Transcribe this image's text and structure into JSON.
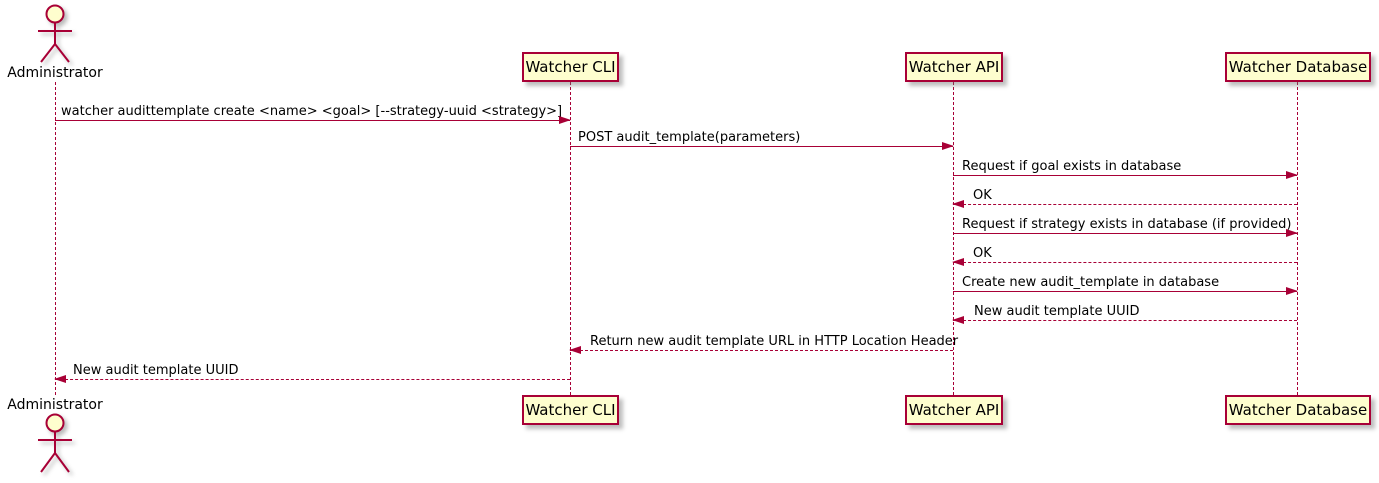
{
  "diagram_type": "uml-sequence-diagram",
  "actor": {
    "label": "Administrator"
  },
  "participants": [
    {
      "id": "watcher-cli",
      "label": "Watcher CLI"
    },
    {
      "id": "watcher-api",
      "label": "Watcher API"
    },
    {
      "id": "watcher-database",
      "label": "Watcher Database"
    }
  ],
  "messages": [
    {
      "from": "Administrator",
      "to": "Watcher CLI",
      "line": "solid",
      "direction": "right",
      "text": "watcher audittemplate create <name> <goal> [--strategy-uuid <strategy>]"
    },
    {
      "from": "Watcher CLI",
      "to": "Watcher API",
      "line": "solid",
      "direction": "right",
      "text": "POST audit_template(parameters)"
    },
    {
      "from": "Watcher API",
      "to": "Watcher Database",
      "line": "solid",
      "direction": "right",
      "text": "Request if goal exists in database"
    },
    {
      "from": "Watcher Database",
      "to": "Watcher API",
      "line": "dashed",
      "direction": "left",
      "text": "OK"
    },
    {
      "from": "Watcher API",
      "to": "Watcher Database",
      "line": "solid",
      "direction": "right",
      "text": "Request if strategy exists in database (if provided)"
    },
    {
      "from": "Watcher Database",
      "to": "Watcher API",
      "line": "dashed",
      "direction": "left",
      "text": "OK"
    },
    {
      "from": "Watcher API",
      "to": "Watcher Database",
      "line": "solid",
      "direction": "right",
      "text": "Create new audit_template in database"
    },
    {
      "from": "Watcher Database",
      "to": "Watcher API",
      "line": "dashed",
      "direction": "left",
      "text": "New audit template UUID"
    },
    {
      "from": "Watcher API",
      "to": "Watcher CLI",
      "line": "dashed",
      "direction": "left",
      "text": "Return new audit template URL in HTTP Location Header"
    },
    {
      "from": "Watcher CLI",
      "to": "Administrator",
      "line": "dashed",
      "direction": "left",
      "text": "New audit template UUID"
    }
  ],
  "colors": {
    "stroke": "#A80036",
    "participant_fill": "#FEFECE",
    "text": "#000000"
  }
}
